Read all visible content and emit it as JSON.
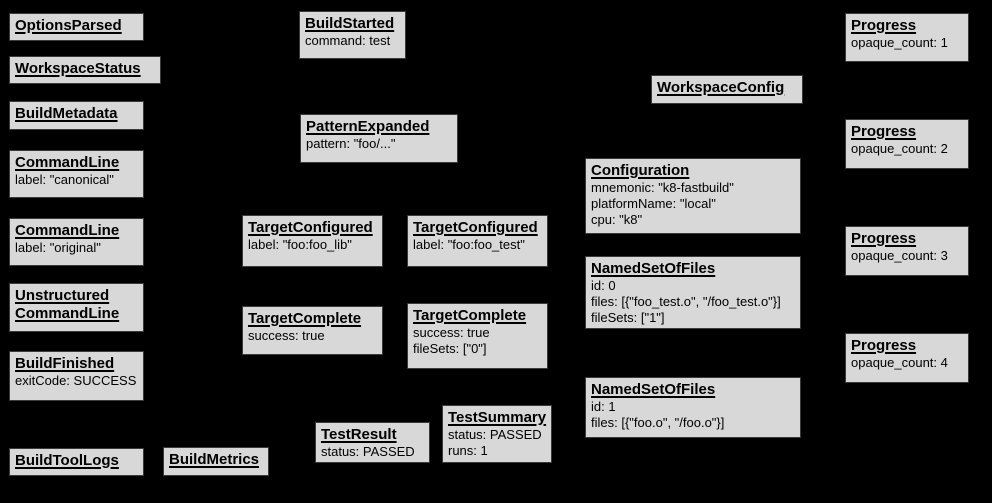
{
  "diagram": {
    "description": "Build event protocol graph",
    "background_color": "#000000",
    "node_fill_color": "#d8d8d8",
    "node_border_color": "#3a3a3a",
    "node_text_color": "#000000"
  },
  "nodes": [
    {
      "title": "OptionsParsed",
      "lines": []
    },
    {
      "title": "WorkspaceStatus",
      "lines": []
    },
    {
      "title": "BuildMetadata",
      "lines": []
    },
    {
      "title": "CommandLine",
      "lines": [
        "label: \"canonical\""
      ]
    },
    {
      "title": "CommandLine",
      "lines": [
        "label: \"original\""
      ]
    },
    {
      "title": "Unstructured",
      "title2": "CommandLine",
      "lines": []
    },
    {
      "title": "BuildFinished",
      "lines": [
        "exitCode: SUCCESS"
      ]
    },
    {
      "title": "BuildToolLogs",
      "lines": []
    },
    {
      "title": "BuildMetrics",
      "lines": []
    },
    {
      "title": "BuildStarted",
      "lines": [
        "command: test"
      ]
    },
    {
      "title": "PatternExpanded",
      "lines": [
        "pattern: \"foo/...\""
      ]
    },
    {
      "title": "TargetConfigured",
      "lines": [
        "label: \"foo:foo_lib\""
      ]
    },
    {
      "title": "TargetConfigured",
      "lines": [
        "label: \"foo:foo_test\""
      ]
    },
    {
      "title": "TargetComplete",
      "lines": [
        "success: true"
      ]
    },
    {
      "title": "TargetComplete",
      "lines": [
        "success: true",
        "fileSets: [\"0\"]"
      ]
    },
    {
      "title": "TestResult",
      "lines": [
        "status: PASSED"
      ]
    },
    {
      "title": "TestSummary",
      "lines": [
        "status: PASSED",
        "runs: 1"
      ]
    },
    {
      "title": "WorkspaceConfig",
      "lines": []
    },
    {
      "title": "Configuration",
      "lines": [
        "mnemonic: \"k8-fastbuild\"",
        "platformName: \"local\"",
        "cpu: \"k8\""
      ]
    },
    {
      "title": "NamedSetOfFiles",
      "lines": [
        "id: 0",
        "files: [{\"foo_test.o\", \"/foo_test.o\"}]",
        "fileSets: [\"1\"]"
      ]
    },
    {
      "title": "NamedSetOfFiles",
      "lines": [
        "id: 1",
        "files: [{\"foo.o\", \"/foo.o\"}]"
      ]
    },
    {
      "title": "Progress",
      "lines": [
        "opaque_count: 1"
      ]
    },
    {
      "title": "Progress",
      "lines": [
        "opaque_count: 2"
      ]
    },
    {
      "title": "Progress",
      "lines": [
        "opaque_count: 3"
      ]
    },
    {
      "title": "Progress",
      "lines": [
        "opaque_count: 4"
      ]
    }
  ]
}
